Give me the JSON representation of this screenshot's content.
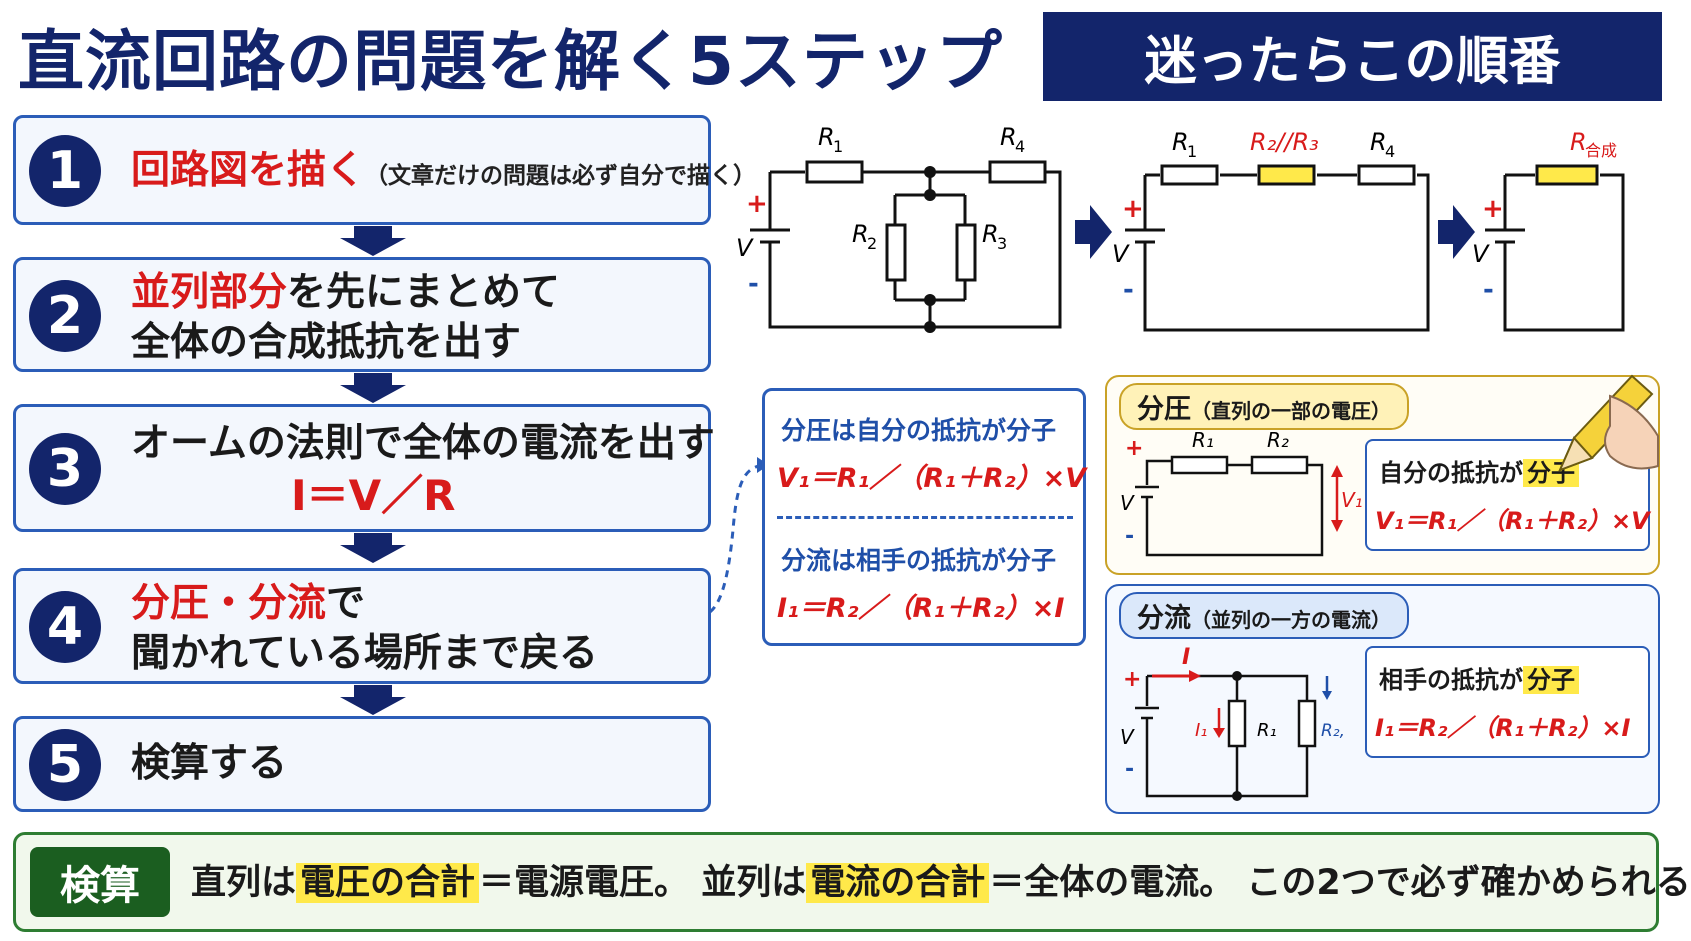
{
  "title": "直流回路の問題を解く5ステップ",
  "badge": "迷ったらこの順番",
  "steps": [
    {
      "num": "1",
      "red": "回路図を描く",
      "note": "（文章だけの問題は必ず自分で描く）"
    },
    {
      "num": "2",
      "red": "並列部分",
      "text1": "を先にまとめて",
      "text2": "全体の合成抵抗を出す"
    },
    {
      "num": "3",
      "text1": "オームの法則で全体の電流を出す",
      "formula": "I＝V／R"
    },
    {
      "num": "4",
      "red": "分圧・分流",
      "text1": "で",
      "text2": "聞かれている場所まで戻る"
    },
    {
      "num": "5",
      "text1": "検算する"
    }
  ],
  "circuits": {
    "r1": "R",
    "r1_sub": "1",
    "r2": "R",
    "r2_sub": "2",
    "r3": "R",
    "r3_sub": "3",
    "r4": "R",
    "r4_sub": "4",
    "r23": "R₂//R₃",
    "rtotal": "R",
    "rtotal_sub": "合成",
    "plus": "+",
    "minus": "-",
    "v": "V"
  },
  "formula_box": {
    "div_v_title": "分圧は自分の抵抗が分子",
    "div_v_formula": "V₁＝R₁／（R₁＋R₂）×V",
    "div_i_title": "分流は相手の抵抗が分子",
    "div_i_formula": "I₁＝R₂／（R₁＋R₂）×I"
  },
  "voltage_panel": {
    "tag_main": "分圧",
    "tag_note": "（直列の一部の電圧）",
    "label_pre": "自分の抵抗が",
    "label_hl": "分子",
    "formula": "V₁＝R₁／（R₁＋R₂）×V",
    "v1": "V₁",
    "r1": "R₁",
    "r2": "R₂"
  },
  "current_panel": {
    "tag_main": "分流",
    "tag_note": "（並列の一方の電流）",
    "label_pre": "相手の抵抗が",
    "label_hl": "分子",
    "formula": "I₁＝R₂／（R₁＋R₂）×I",
    "i": "I",
    "i1": "I₁",
    "r1": "R₁",
    "r2": "R₂"
  },
  "footer": {
    "badge": "検算",
    "t1": "直列は",
    "h1": "電圧の合計",
    "t2": "＝電源電圧。 並列は",
    "h2": "電流の合計",
    "t3": "＝全体の電流。 この2つで必ず確かめられる"
  },
  "colors": {
    "navy": "#13256b",
    "blue": "#2b5db8",
    "red": "#d81b1b",
    "yellow": "#ffe94a",
    "green": "#1b5e20"
  }
}
